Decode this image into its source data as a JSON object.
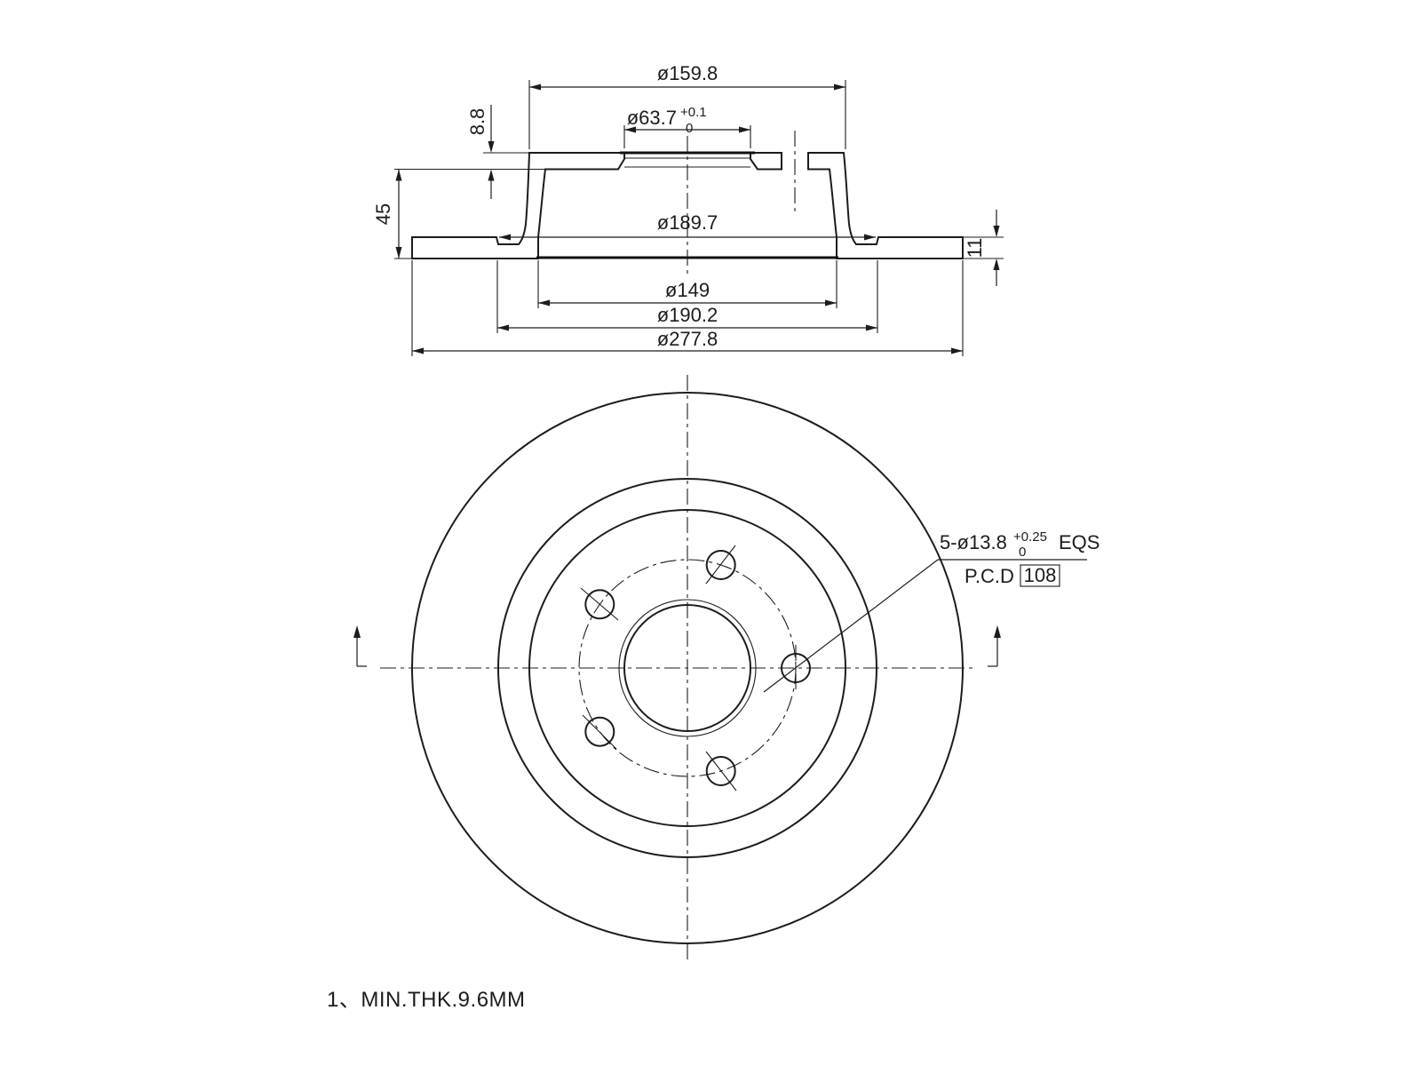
{
  "meta": {
    "background": "#ffffff",
    "line_color": "#1c1c1c",
    "drawing_type": "brake-disc-technical-drawing"
  },
  "section_view": {
    "dims": {
      "hat_outer": "ø159.8",
      "bore": "ø63.7",
      "bore_tol_upper": "+0.1",
      "bore_tol_lower": "0",
      "hat_plate_thickness": "8.8",
      "overall_height": "45",
      "hat_base": "ø189.7",
      "disc_thickness": "11",
      "friction_inner": "ø149",
      "groove_outer": "ø190.2",
      "outer": "ø277.8"
    }
  },
  "front_view": {
    "bolt_holes": {
      "label": "5-ø13.8",
      "tol_upper": "+0.25",
      "tol_lower": "0",
      "suffix": "EQS",
      "pcd_label": "P.C.D",
      "pcd_value": "108"
    }
  },
  "notes": {
    "note1": "1、MIN.THK.9.6MM"
  }
}
